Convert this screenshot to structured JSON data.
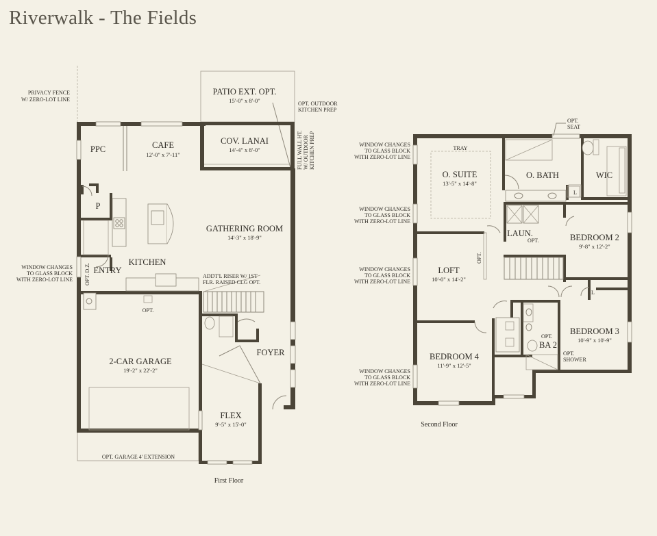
{
  "title": "Riverwalk - The Fields",
  "first_floor": {
    "caption": "First Floor",
    "rooms": {
      "ppc": {
        "name": "PPC"
      },
      "cafe": {
        "name": "CAFE",
        "dim": "12'-0\" x 7'-11\""
      },
      "lanai": {
        "name": "COV. LANAI",
        "dim": "14'-4\" x 8'-0\""
      },
      "patio": {
        "name": "PATIO EXT. OPT.",
        "dim": "15'-0\" x 8'-0\""
      },
      "pantry": {
        "name": "P"
      },
      "gathering": {
        "name": "GATHERING ROOM",
        "dim": "14'-3\" x 18'-9\""
      },
      "kitchen": {
        "name": "KITCHEN"
      },
      "entry": {
        "name": "ENTRY"
      },
      "garage": {
        "name": "2-CAR GARAGE",
        "dim": "19'-2\" x 22'-2\""
      },
      "foyer": {
        "name": "FOYER"
      },
      "flex": {
        "name": "FLEX",
        "dim": "9'-5\" x 15'-0\""
      }
    },
    "notes": {
      "privacy_fence": [
        "PRIVACY FENCE",
        "W/ ZERO-LOT LINE"
      ],
      "outdoor_kitchen": [
        "OPT. OUTDOOR",
        "KITCHEN PREP"
      ],
      "full_wall": [
        "FULL WALL HT.",
        "W/ OUTDOOR",
        "KITCHEN PREP"
      ],
      "window_changes": [
        "WINDOW CHANGES",
        "TO GLASS BLOCK",
        "WITH ZERO-LOT LINE"
      ],
      "opt_dz": "OPT. D.Z.",
      "opt": "OPT.",
      "riser": [
        "ADDT'L RISER W/ 1ST",
        "FLR. RAISED CLG OPT."
      ],
      "garage_ext": "OPT. GARAGE 4' EXTENSION"
    }
  },
  "second_floor": {
    "caption": "Second Floor",
    "rooms": {
      "suite": {
        "name": "O. SUITE",
        "dim": "13'-5\" x 14'-8\""
      },
      "tray": {
        "name": "TRAY"
      },
      "obath": {
        "name": "O. BATH"
      },
      "wic": {
        "name": "WIC"
      },
      "laun": {
        "name": "LAUN."
      },
      "bed2": {
        "name": "BEDROOM 2",
        "dim": "9'-8\" x 12'-2\""
      },
      "loft": {
        "name": "LOFT",
        "dim": "10'-0\" x 14'-2\""
      },
      "bed3": {
        "name": "BEDROOM 3",
        "dim": "10'-9\" x 10'-9\""
      },
      "ba2": {
        "name": "BA 2"
      },
      "bed4": {
        "name": "BEDROOM 4",
        "dim": "11'-9\" x 12'-5\""
      }
    },
    "notes": {
      "opt_seat": [
        "OPT.",
        "SEAT"
      ],
      "window_changes": [
        "WINDOW CHANGES",
        "TO GLASS BLOCK",
        "WITH ZERO-LOT LINE"
      ],
      "opt": "OPT.",
      "linen": "L",
      "opt_shower": [
        "OPT.",
        "SHOWER"
      ]
    }
  }
}
